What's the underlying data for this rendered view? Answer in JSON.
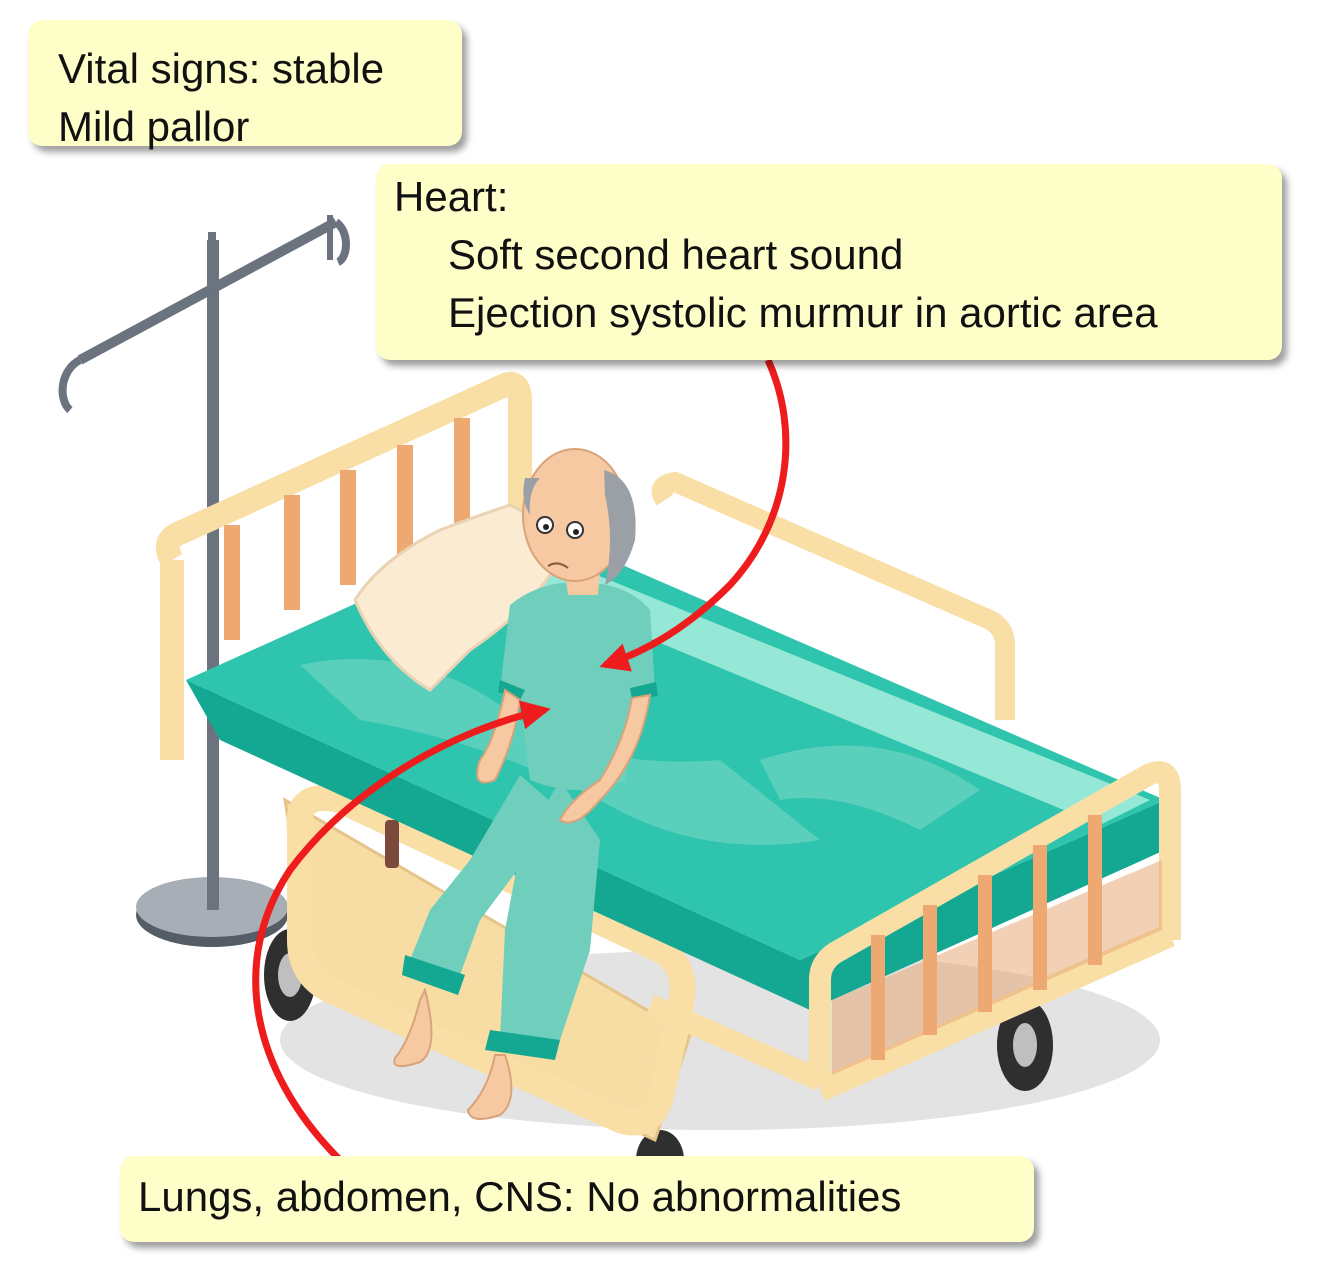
{
  "callouts": {
    "vitals": {
      "line1": "Vital signs: stable",
      "line2": "Mild pallor"
    },
    "heart": {
      "heading": "Heart:",
      "finding1": "Soft second heart sound",
      "finding2": "Ejection systolic murmur in aortic area"
    },
    "exam": {
      "text": "Lungs, abdomen, CNS: No abnormalities"
    }
  },
  "colors": {
    "callout_fill": "#fefec8",
    "arrow": "#ee1c1c",
    "bed_frame": "#f9dfa6",
    "bed_rails": "#eea972",
    "mattress": "#2ec4ad",
    "mattress_top": "#96e8d6",
    "gown": "#6fcfbc",
    "skin": "#f6c9a2",
    "iv_pole": "#66707c"
  },
  "icons": [
    "iv-stand-icon",
    "hospital-bed-icon",
    "patient-icon",
    "pillow-icon"
  ]
}
